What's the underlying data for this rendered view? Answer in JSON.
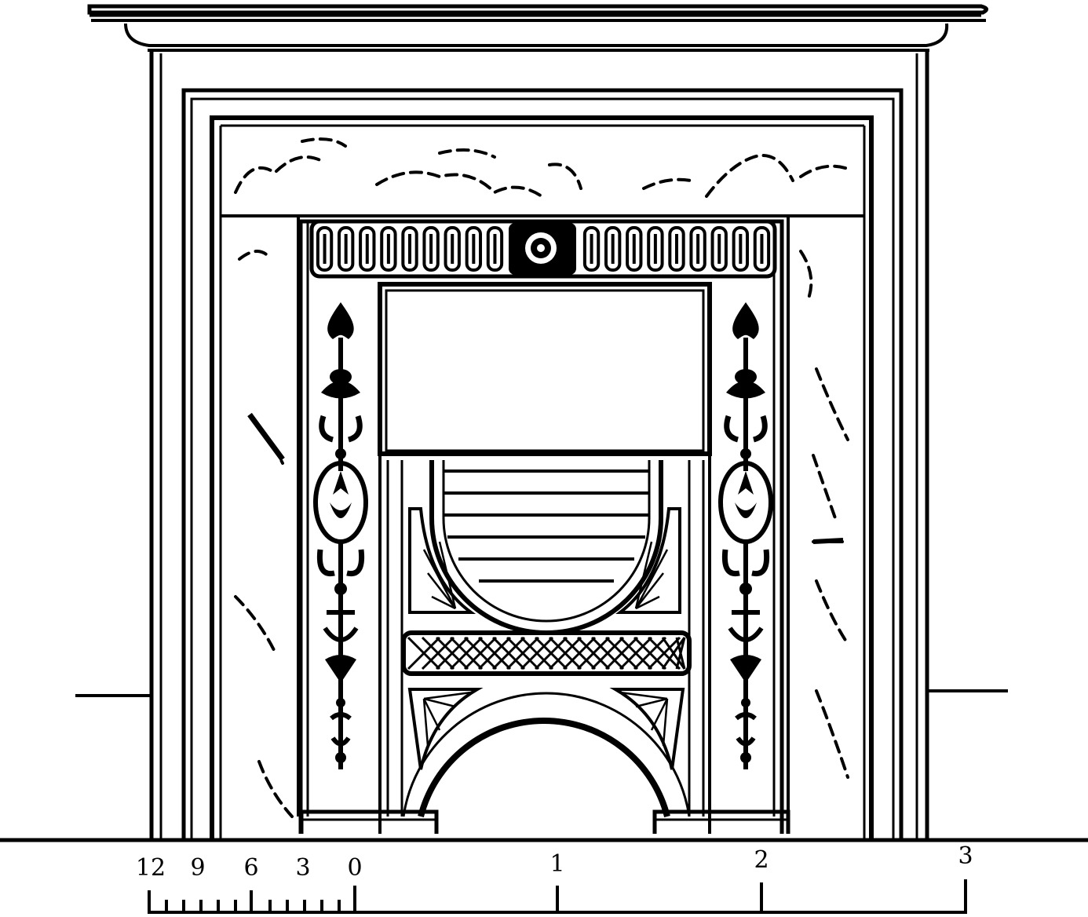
{
  "colors": {
    "ink": "#000000",
    "paper": "#ffffff"
  },
  "scale": {
    "left_labels": [
      "12",
      "9",
      "6",
      "3",
      "0"
    ],
    "right_labels": [
      "1",
      "2",
      "3"
    ]
  }
}
